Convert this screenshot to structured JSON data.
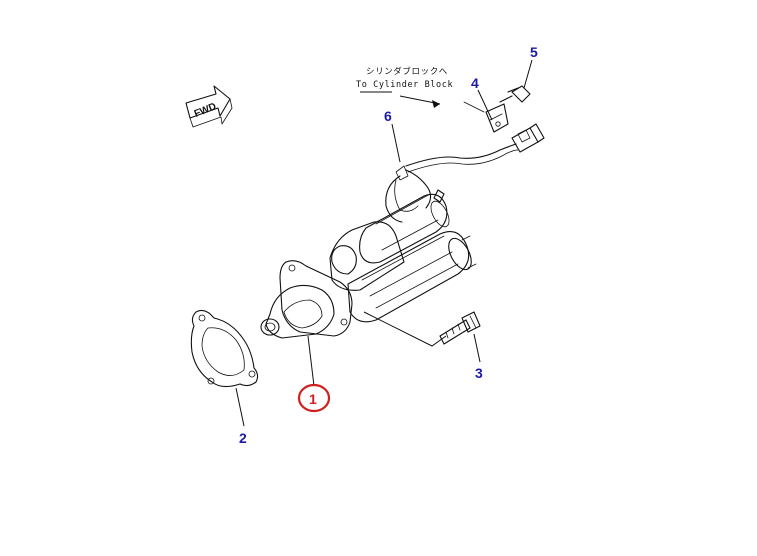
{
  "diagram": {
    "fwd_label": "FWD",
    "note_japanese": "シリンダブロックへ",
    "note_english": "To Cylinder Block",
    "callouts": [
      {
        "id": "1",
        "label": "1",
        "highlighted": true
      },
      {
        "id": "2",
        "label": "2",
        "highlighted": false
      },
      {
        "id": "3",
        "label": "3",
        "highlighted": false
      },
      {
        "id": "4",
        "label": "4",
        "highlighted": false
      },
      {
        "id": "5",
        "label": "5",
        "highlighted": false
      },
      {
        "id": "6",
        "label": "6",
        "highlighted": false
      }
    ],
    "colors": {
      "callout_text": "#1a1aa8",
      "highlight_circle": "#d0201e",
      "highlight_text": "#d0201e",
      "line_art": "#111111"
    }
  }
}
